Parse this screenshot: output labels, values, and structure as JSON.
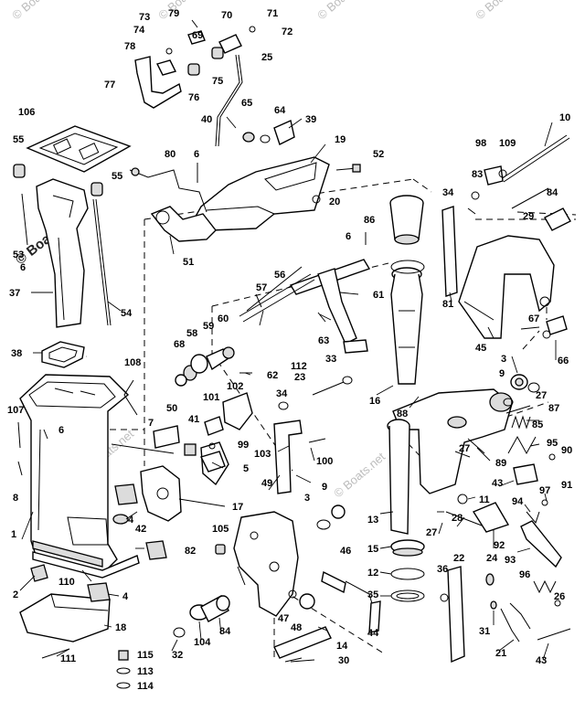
{
  "watermark": {
    "main": "© Boats.net",
    "faint": "© Boats.net"
  },
  "callouts": [
    "1",
    "2",
    "3",
    "4",
    "5",
    "6",
    "7",
    "8",
    "9",
    "10",
    "11",
    "12",
    "13",
    "14",
    "15",
    "16",
    "17",
    "18",
    "19",
    "20",
    "21",
    "22",
    "23",
    "24",
    "25",
    "26",
    "27",
    "28",
    "29",
    "30",
    "31",
    "32",
    "33",
    "34",
    "35",
    "36",
    "37",
    "38",
    "39",
    "40",
    "41",
    "42",
    "43",
    "44",
    "45",
    "46",
    "47",
    "48",
    "49",
    "50",
    "51",
    "52",
    "53",
    "54",
    "55",
    "56",
    "57",
    "58",
    "59",
    "60",
    "61",
    "62",
    "63",
    "64",
    "65",
    "66",
    "67",
    "68",
    "69",
    "70",
    "71",
    "72",
    "73",
    "74",
    "75",
    "76",
    "77",
    "78",
    "79",
    "80",
    "81",
    "82",
    "83",
    "84",
    "85",
    "86",
    "87",
    "88",
    "89",
    "90",
    "91",
    "92",
    "93",
    "94",
    "95",
    "96",
    "97",
    "98",
    "99",
    "100",
    "101",
    "102",
    "103",
    "104",
    "105",
    "106",
    "107",
    "108",
    "109",
    "110",
    "111",
    "112",
    "113",
    "114",
    "115"
  ]
}
